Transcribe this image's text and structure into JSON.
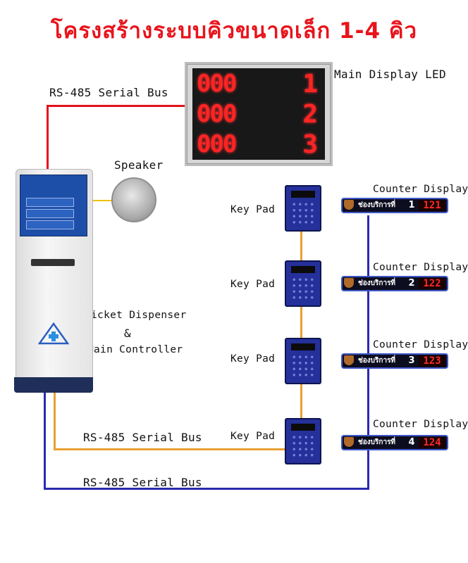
{
  "title": "โครงสร้างระบบคิวขนาดเล็ก 1-4 คิว",
  "labels": {
    "main_display": "Main Display LED",
    "bus_top": "RS-485 Serial Bus",
    "bus_middle": "RS-485 Serial Bus",
    "bus_bottom": "RS-485 Serial Bus",
    "speaker": "Speaker",
    "dispenser_line1": "Ticket Dispenser",
    "dispenser_amp": "&",
    "dispenser_line2": "Main Controller"
  },
  "main_display_rows": [
    {
      "queue": "000",
      "counter": "1"
    },
    {
      "queue": "000",
      "counter": "2"
    },
    {
      "queue": "000",
      "counter": "3"
    }
  ],
  "keypads": [
    {
      "label": "Key Pad"
    },
    {
      "label": "Key Pad"
    },
    {
      "label": "Key Pad"
    },
    {
      "label": "Key Pad"
    }
  ],
  "counters": [
    {
      "heading": "Counter Display",
      "text": "ช่องบริการที่",
      "number": "1",
      "queue": "121"
    },
    {
      "heading": "Counter Display",
      "text": "ช่องบริการที่",
      "number": "2",
      "queue": "122"
    },
    {
      "heading": "Counter Display",
      "text": "ช่องบริการที่",
      "number": "3",
      "queue": "123"
    },
    {
      "heading": "Counter Display",
      "text": "ช่องบริการที่",
      "number": "4",
      "queue": "124"
    }
  ],
  "colors": {
    "title": "#e8141c",
    "bus_top": "#e3121b",
    "speaker_wire": "#f0c000",
    "keypad_bus": "#e8a032",
    "counter_bus": "#2a2ab0"
  }
}
